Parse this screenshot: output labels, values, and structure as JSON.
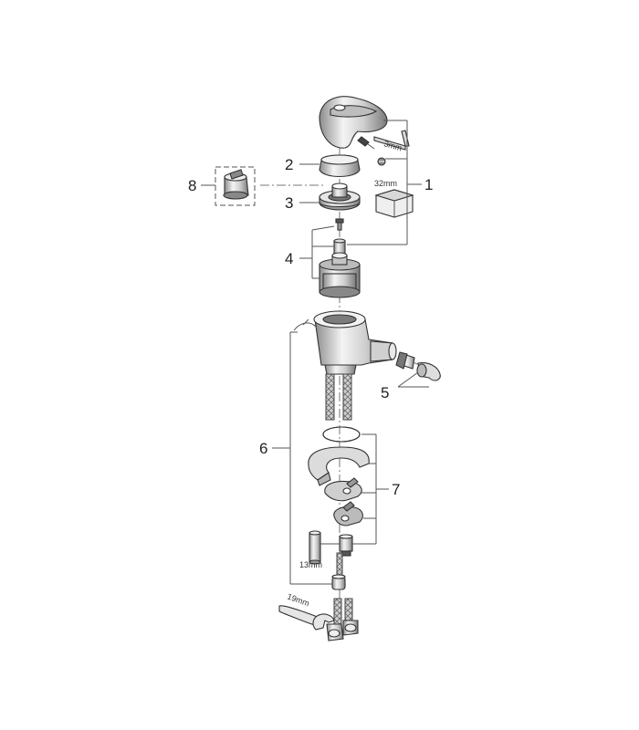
{
  "callouts": {
    "c1": "1",
    "c2": "2",
    "c3": "3",
    "c4": "4",
    "c5": "5",
    "c6": "6",
    "c7": "7",
    "c8": "8"
  },
  "tool_labels": {
    "allen_key": "3mm",
    "socket": "32mm",
    "sleeve": "13mm",
    "wrench": "19mm"
  },
  "colors": {
    "line": "#555555",
    "part_stroke": "#333333",
    "metal_light": "#e8e8e8",
    "metal_dark": "#9a9a9a"
  }
}
